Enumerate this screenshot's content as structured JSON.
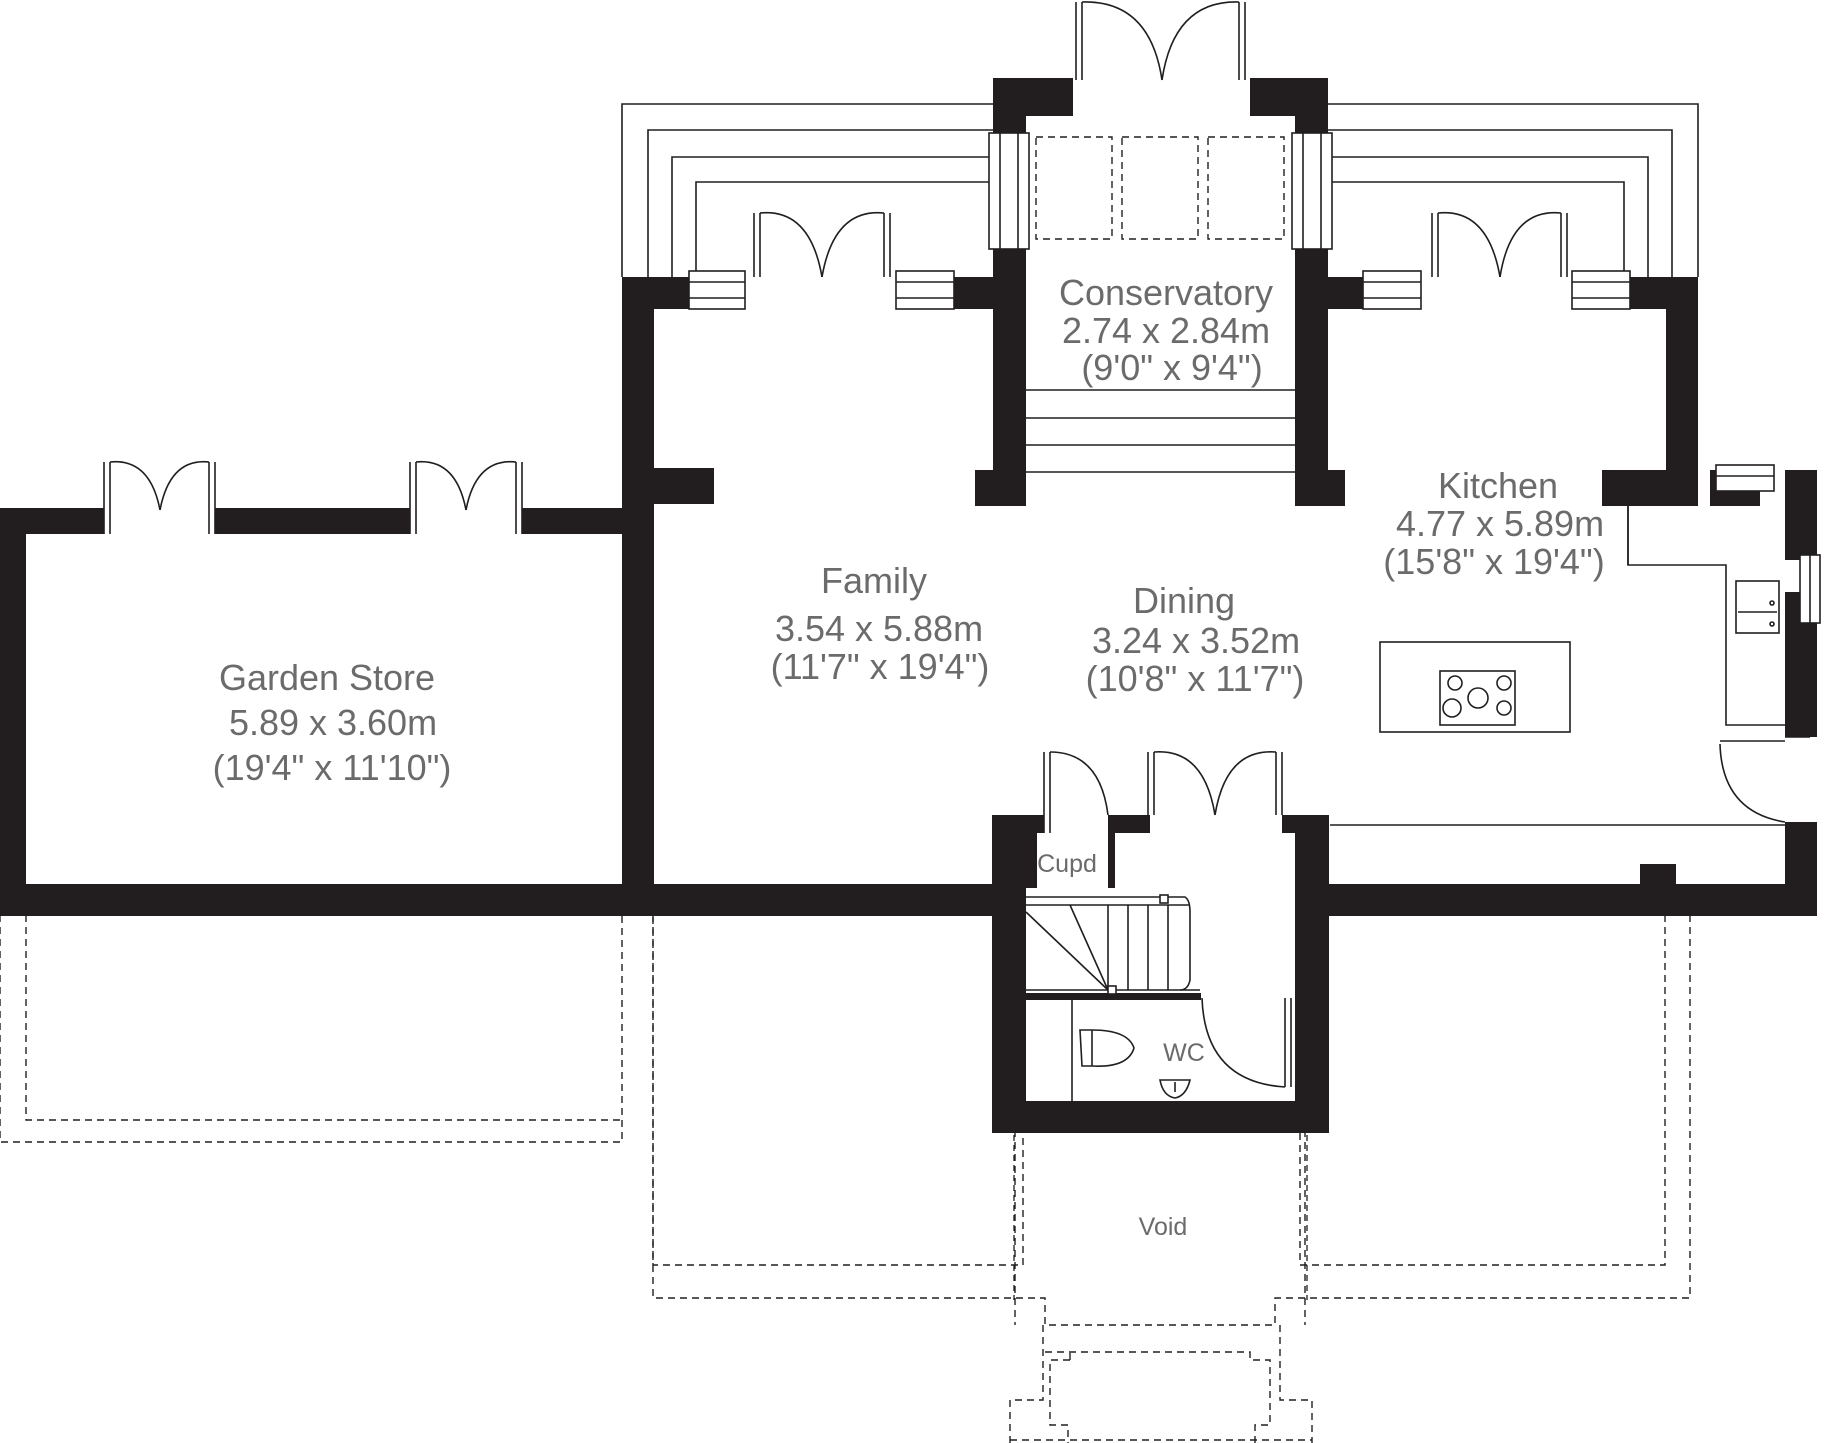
{
  "rooms": {
    "garden_store": {
      "name": "Garden Store",
      "metric": "5.89 x 3.60m",
      "imperial": "(19'4\" x 11'10\")"
    },
    "family": {
      "name": "Family",
      "metric": "3.54 x 5.88m",
      "imperial": "(11'7\" x 19'4\")"
    },
    "dining": {
      "name": "Dining",
      "metric": "3.24 x 3.52m",
      "imperial": "(10'8\" x 11'7\")"
    },
    "conservatory": {
      "name": "Conservatory",
      "metric": "2.74 x 2.84m",
      "imperial": "(9'0\" x 9'4\")"
    },
    "kitchen": {
      "name": "Kitchen",
      "metric": "4.77 x 5.89m",
      "imperial": "(15'8\" x 19'4\")"
    }
  },
  "labels": {
    "cupd": "Cupd",
    "wc": "WC",
    "void": "Void"
  }
}
